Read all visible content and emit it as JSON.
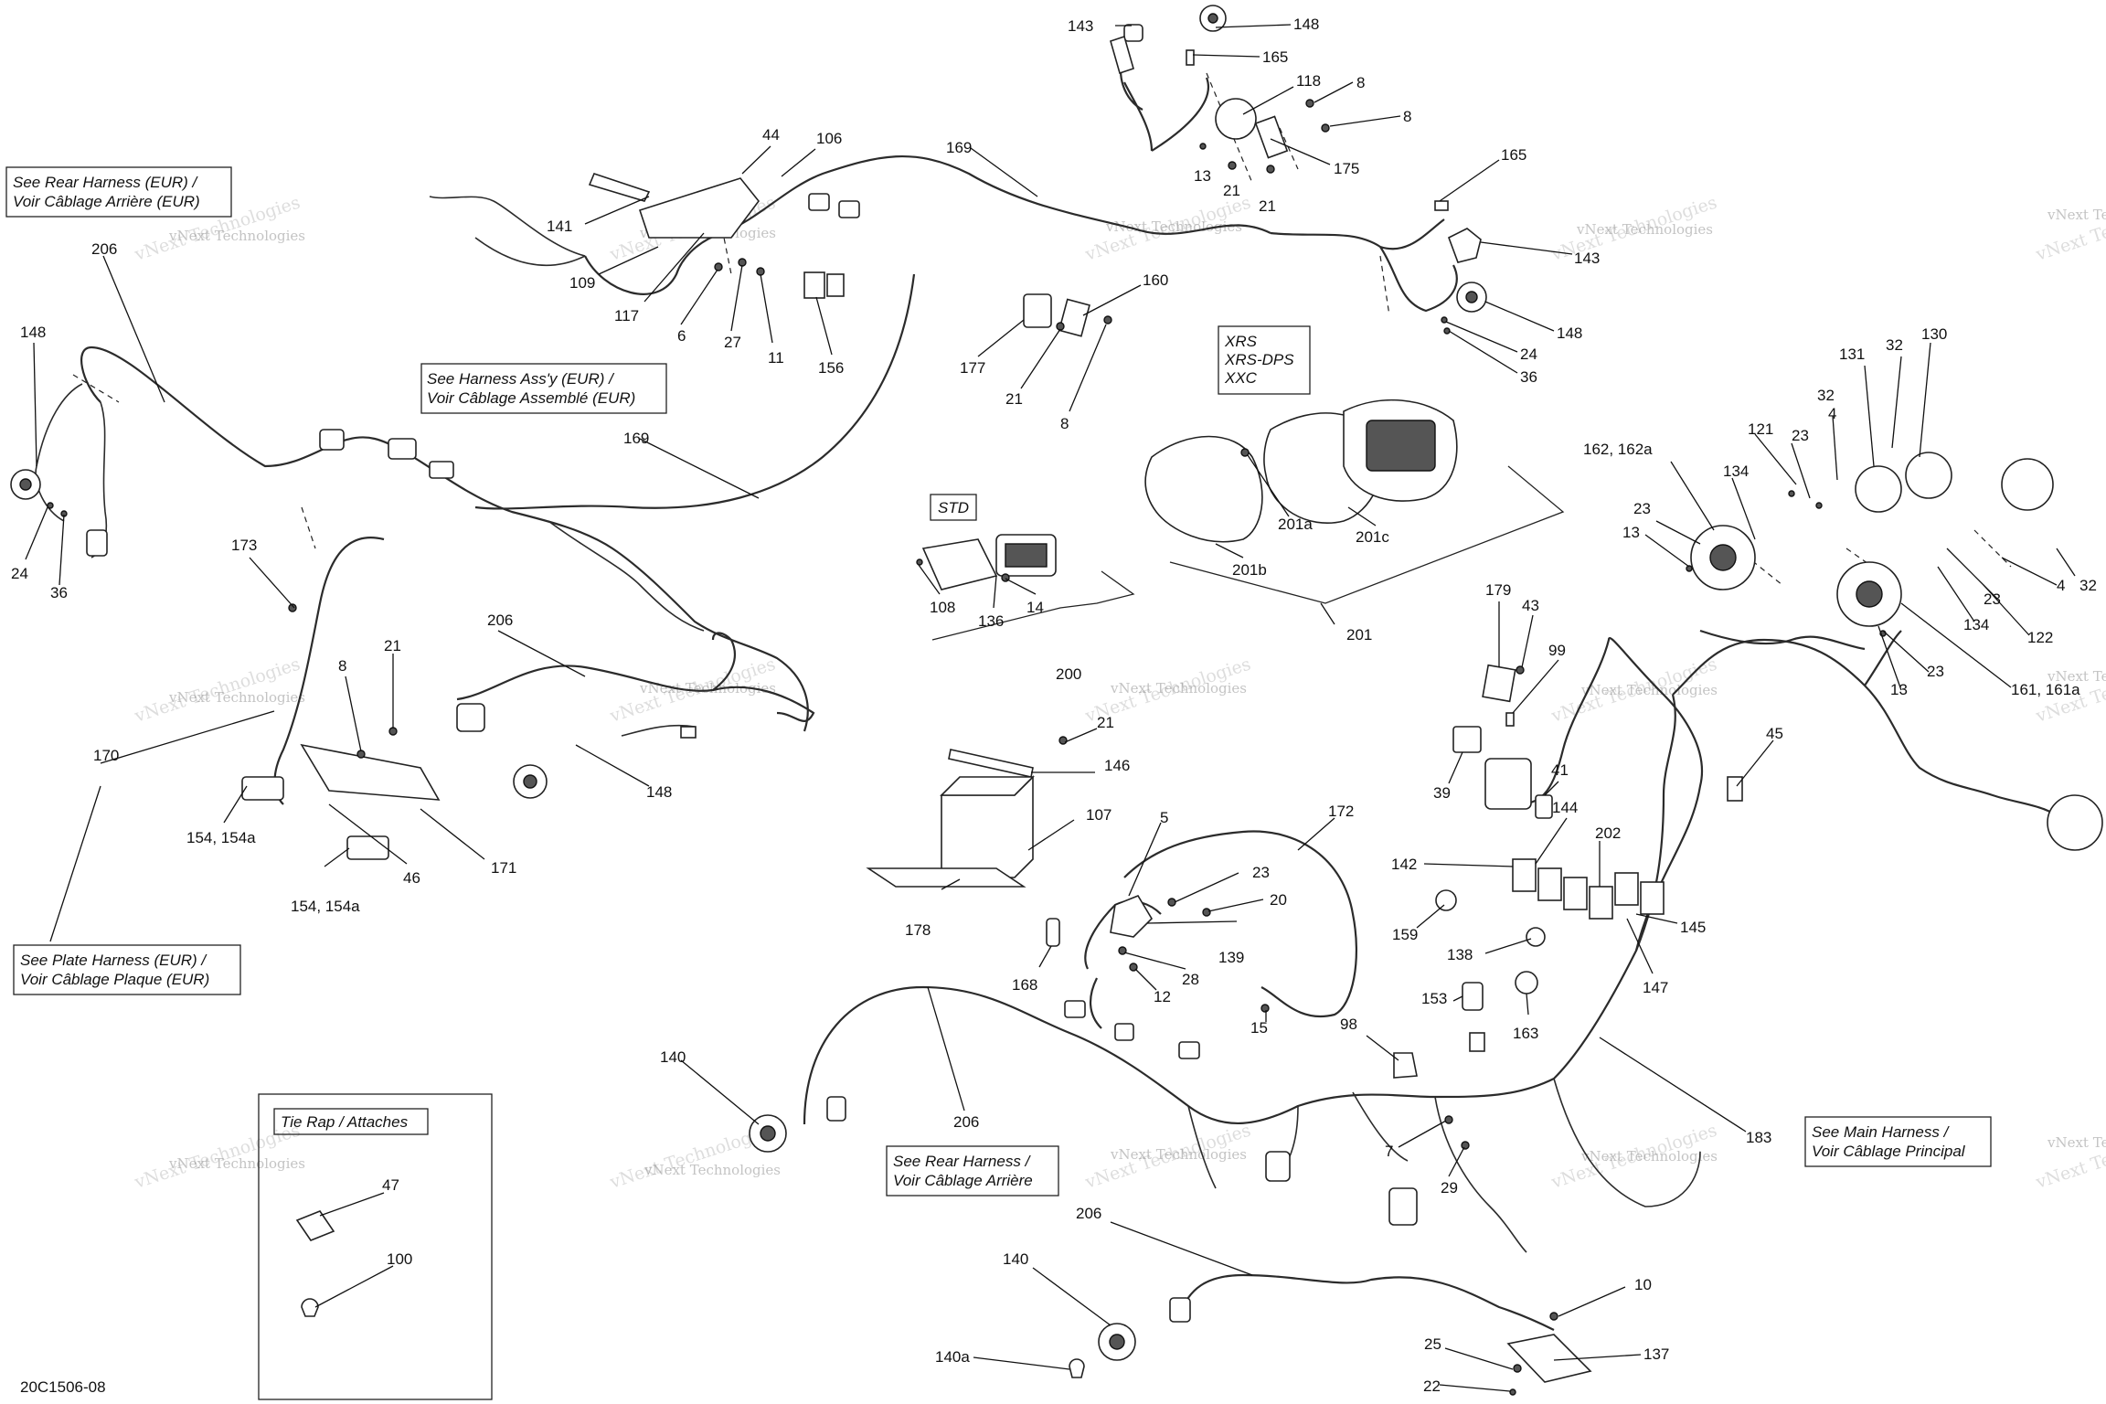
{
  "diagram_code": "20C1506-08",
  "watermark": {
    "line1": "vNext Technologies",
    "line2": "vNext Technologies"
  },
  "notes": {
    "rear_harness_eur": [
      "See Rear Harness (EUR) /",
      "Voir Câblage Arrière (EUR)"
    ],
    "harness_assy_eur": [
      "See Harness Ass'y (EUR) /",
      "Voir Câblage Assemblé (EUR)"
    ],
    "plate_harness_eur": [
      "See Plate Harness (EUR) /",
      "Voir Câblage Plaque (EUR)"
    ],
    "rear_harness": [
      "See Rear Harness /",
      "Voir Câblage Arrière"
    ],
    "main_harness": [
      "See Main Harness /",
      "Voir Câblage Principal"
    ],
    "tie_rap": "Tie Rap / Attaches",
    "std": "STD",
    "xrs": [
      "XRS",
      "XRS-DPS",
      "XXC"
    ]
  },
  "callouts": {
    "c143a": "143",
    "c148a": "148",
    "c165a": "165",
    "c118": "118",
    "c8a": "8",
    "c8b": "8",
    "c169a": "169",
    "c13a": "13",
    "c21a": "21",
    "c21b": "21",
    "c175": "175",
    "c165b": "165",
    "c143b": "143",
    "c148b": "148",
    "c24a": "24",
    "c36a": "36",
    "c44": "44",
    "c106": "106",
    "c141": "141",
    "c109": "109",
    "c117": "117",
    "c6": "6",
    "c27": "27",
    "c11": "11",
    "c156": "156",
    "c177": "177",
    "c160": "160",
    "c21c": "21",
    "c8c": "8",
    "c206a": "206",
    "c148c": "148",
    "c24b": "24",
    "c36b": "36",
    "c169b": "169",
    "c173": "173",
    "c8d": "8",
    "c21d": "21",
    "c170": "170",
    "c154a": "154, 154a",
    "c154b": "154, 154a",
    "c46": "46",
    "c171": "171",
    "c206b": "206",
    "c148d": "148",
    "c108": "108",
    "c136": "136",
    "c14": "14",
    "c200": "200",
    "c201a": "201a",
    "c201b": "201b",
    "c201c": "201c",
    "c201": "201",
    "c162": "162, 162a",
    "c121": "121",
    "c23a": "23",
    "c4a": "4",
    "c32a": "32",
    "c131": "131",
    "c32b": "32",
    "c130": "130",
    "c134a": "134",
    "c23b": "23",
    "c13b": "13",
    "c4b": "4",
    "c23c": "23",
    "c134b": "134",
    "c122": "122",
    "c32c": "32",
    "c13c": "13",
    "c23d": "23",
    "c161": "161, 161a",
    "c179": "179",
    "c43": "43",
    "c99": "99",
    "c39": "39",
    "c41": "41",
    "c45": "45",
    "c142": "142",
    "c144": "144",
    "c202": "202",
    "c159": "159",
    "c138": "138",
    "c145": "145",
    "c147": "147",
    "c163": "163",
    "c153": "153",
    "c98": "98",
    "c183": "183",
    "c7": "7",
    "c29": "29",
    "c21e": "21",
    "c146": "146",
    "c107": "107",
    "c178": "178",
    "c5": "5",
    "c172": "172",
    "c23e": "23",
    "c20": "20",
    "c139": "139",
    "c28": "28",
    "c12": "12",
    "c168": "168",
    "c15": "15",
    "c140a": "140",
    "c206c": "206",
    "c47": "47",
    "c100": "100",
    "c206d": "206",
    "c140b": "140",
    "c140c": "140a",
    "c10": "10",
    "c25": "25",
    "c137": "137",
    "c22": "22"
  }
}
